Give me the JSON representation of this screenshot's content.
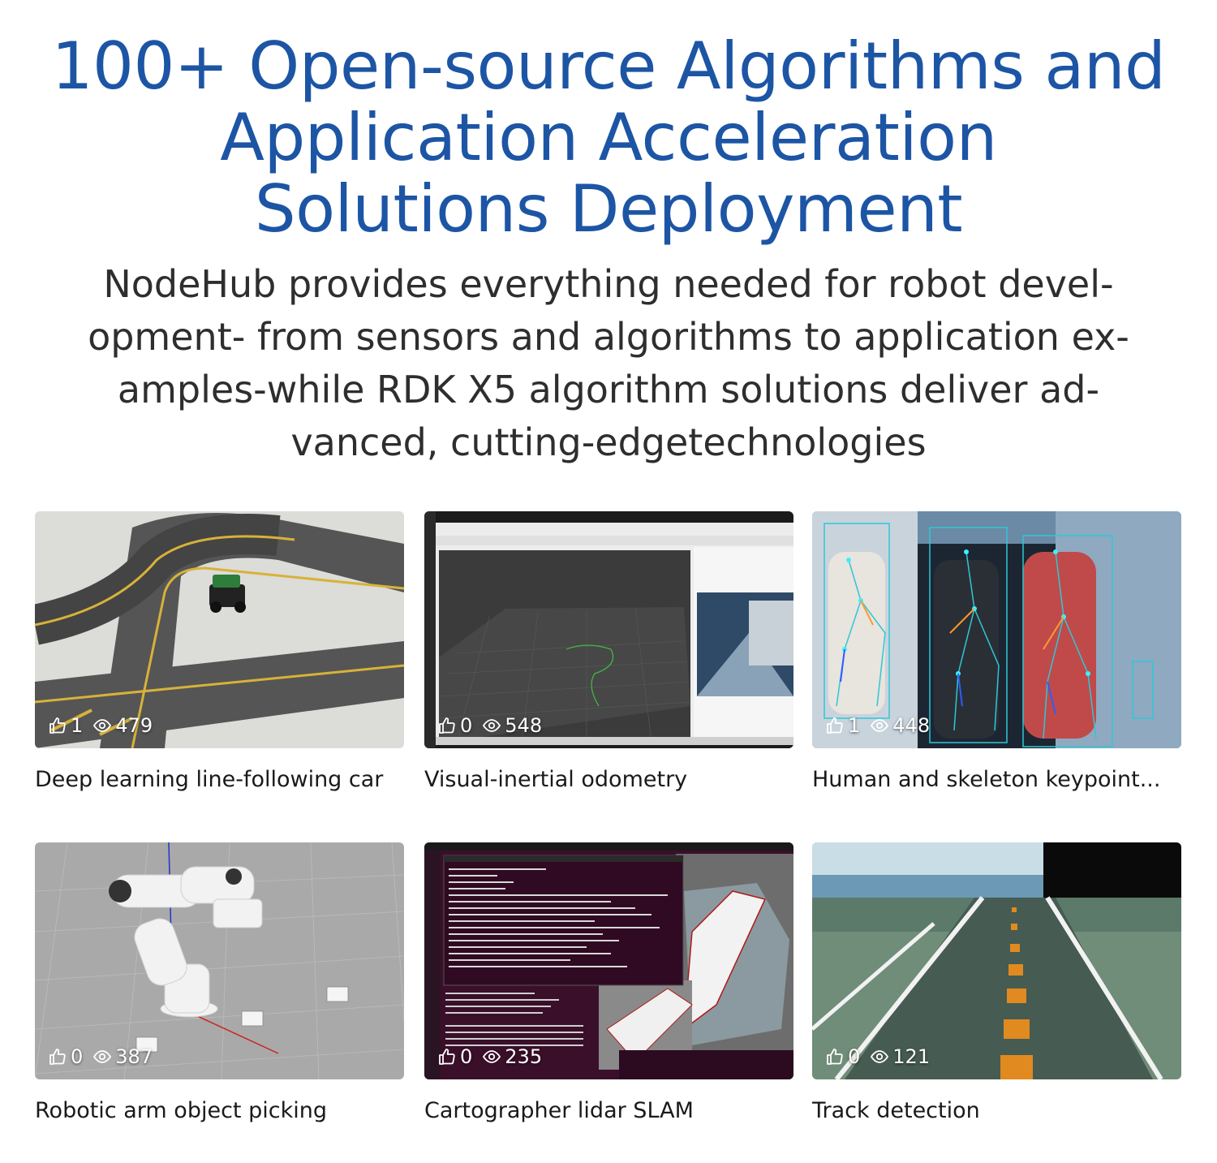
{
  "header": {
    "title_lines": [
      "100+ Open-source Algorithms and",
      "Application Acceleration",
      "Solutions Deployment"
    ],
    "subtitle_lines": [
      "NodeHub provides everything needed for robot devel-",
      "opment- from sensors and algorithms to application ex-",
      "amples-while RDK X5 algorithm solutions deliver ad-",
      "vanced, cutting-edgetechnologies"
    ]
  },
  "cards": [
    {
      "title": "Deep learning line-following car",
      "likes": "1",
      "views": "479"
    },
    {
      "title": "Visual-inertial odometry",
      "likes": "0",
      "views": "548"
    },
    {
      "title": "Human and skeleton keypoint...",
      "likes": "1",
      "views": "448"
    },
    {
      "title": "Robotic arm object picking",
      "likes": "0",
      "views": "387"
    },
    {
      "title": "Cartographer lidar SLAM",
      "likes": "0",
      "views": "235"
    },
    {
      "title": "Track detection",
      "likes": "0",
      "views": "121"
    }
  ],
  "icons": {
    "like": "thumbs-up-icon",
    "views": "eye-icon"
  },
  "colors": {
    "title": "#1d55a5",
    "text": "#2e2e2e"
  }
}
